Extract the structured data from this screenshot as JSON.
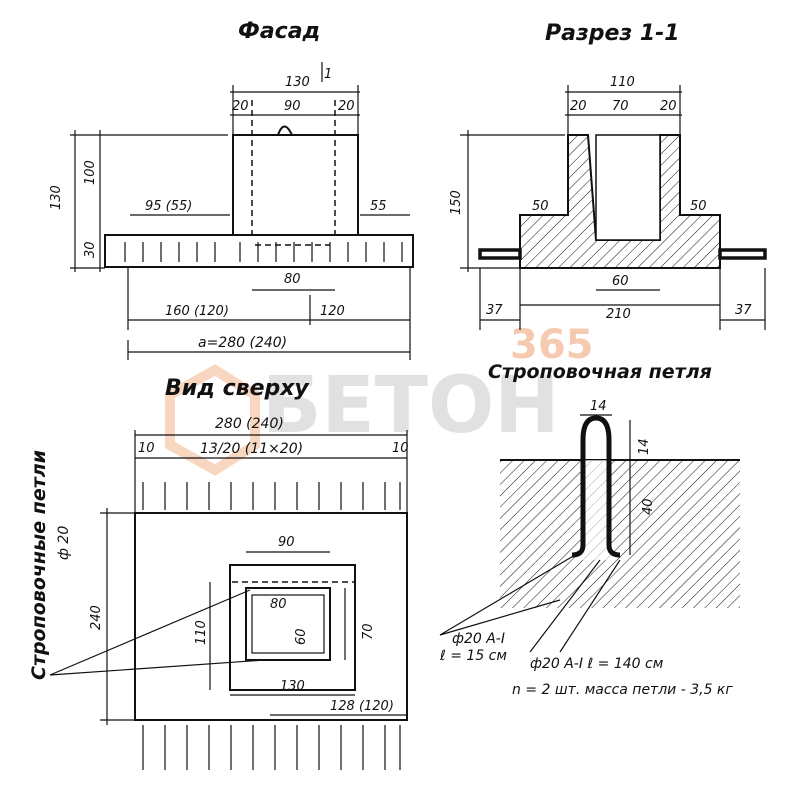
{
  "titles": {
    "facade": "Фасад",
    "section": "Разрез 1-1",
    "top_view": "Вид сверху",
    "lifting_loop": "Строповочная петля",
    "vertical_label": "Строповочные петли",
    "vertical_sub": "ф 20"
  },
  "section_mark": "1",
  "facade_dims": {
    "top": "130",
    "left_gap": "20",
    "center": "90",
    "right_gap": "20",
    "height_total": "130",
    "height_upper": "100",
    "height_lower": "30",
    "left_step": "95 (55)",
    "right_step": "55",
    "bottom_inner": "80",
    "bottom_left": "160 (120)",
    "bottom_right": "120",
    "overall": "a=280 (240)"
  },
  "section_dims": {
    "top": "110",
    "left_gap": "20",
    "center": "70",
    "right_gap": "20",
    "height": "150",
    "left_step": "50",
    "right_step": "50",
    "inner": "60",
    "base": "210",
    "left_outer": "37",
    "right_outer": "37"
  },
  "top_view_dims": {
    "overall": "280 (240)",
    "spacing": "13/20 (11×20)",
    "edge_left": "10",
    "edge_right": "10",
    "depth": "240",
    "opening_outer": "90",
    "opening_inner": "80",
    "opening_depth": "110",
    "opening_inner_depth": "60",
    "opening_side": "70",
    "bottom_inner": "130",
    "bottom_offset": "128 (120)"
  },
  "loop_dims": {
    "width": "14",
    "top": "14",
    "depth": "40"
  },
  "loop_notes": {
    "bar_spec": "ф20 А-I",
    "bar_length": "ℓ = 15 см",
    "loop_spec": "ф20 А-I  ℓ = 140 см",
    "loop_count": "n = 2 шт. масса петли - 3,5 кг"
  },
  "watermark": {
    "number": "365",
    "text": "БЕТОН"
  }
}
